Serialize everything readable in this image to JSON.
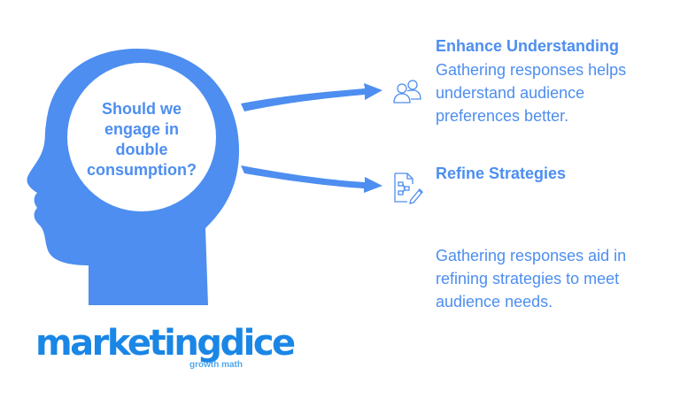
{
  "question": "Should we\nengage in\ndouble\nconsumption?",
  "items": [
    {
      "title": "Enhance Understanding",
      "body": "Gathering responses helps\nunderstand audience\npreferences better.",
      "icon": "users-icon"
    },
    {
      "title": "Refine Strategies",
      "body": "Gathering responses aid in\nrefining strategies to meet\naudience needs.",
      "icon": "document-edit-icon"
    }
  ],
  "logo": {
    "wordmark": "marketingdice",
    "tagline": "growth math"
  },
  "colors": {
    "primary": "#4d8ef0",
    "logo": "#1a86e6"
  }
}
